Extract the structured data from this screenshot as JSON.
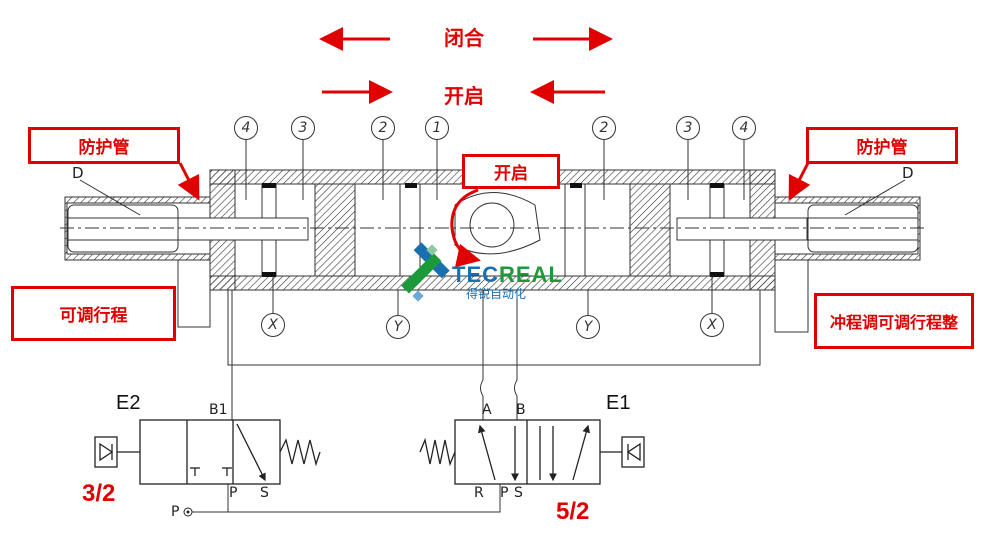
{
  "top_labels": {
    "close": "闭合",
    "open": "开启"
  },
  "callouts": {
    "protect_left": "防护管",
    "protect_right": "防护管",
    "open_center": "开启",
    "adjust_left": "可调行程",
    "adjust_right": "冲程调可调行程整"
  },
  "part_numbers": [
    "4",
    "3",
    "2",
    "1",
    "2",
    "3",
    "4"
  ],
  "ports": {
    "x_left": "X",
    "y_left": "Y",
    "y_right": "Y",
    "x_right": "X"
  },
  "tube_labels": {
    "left": "D",
    "right": "D"
  },
  "valve_left": {
    "name": "E2",
    "port_b": "B1",
    "port_p": "P",
    "port_s": "S",
    "ratio": "3/2"
  },
  "valve_right": {
    "name": "E1",
    "port_a": "A",
    "port_b": "B",
    "port_r": "R",
    "port_p": "P",
    "port_s": "S",
    "ratio": "5/2"
  },
  "supply": {
    "label": "P"
  },
  "logo": {
    "brand": "TECREAL",
    "sub": "得锐自动化"
  },
  "colors": {
    "callout": "#e00000",
    "logo_blue": "#1a6fb0",
    "logo_green": "#1c9a3a"
  }
}
